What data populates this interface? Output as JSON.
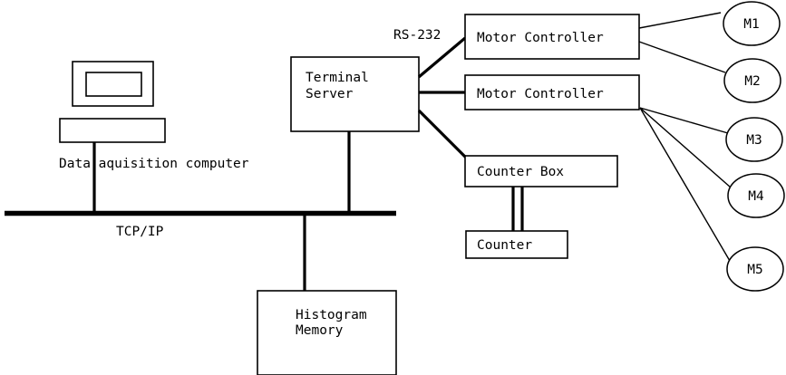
{
  "diagram": {
    "title": "Data acquisition and motor control system block diagram",
    "background_color": "#ffffff",
    "line_color": "#000000",
    "nodes": {
      "data_acquisition_computer": {
        "label": "Data aquisition computer",
        "shape": "computer"
      },
      "terminal_server": {
        "label_line1": "Terminal",
        "label_line2": "Server",
        "shape": "rectangle"
      },
      "motor_controller_1": {
        "label": "Motor Controller",
        "shape": "rectangle"
      },
      "motor_controller_2": {
        "label": "Motor Controller",
        "shape": "rectangle"
      },
      "counter_box": {
        "label": "Counter Box",
        "shape": "rectangle"
      },
      "counter": {
        "label": "Counter",
        "shape": "rectangle"
      },
      "histogram_memory": {
        "label_line1": "Histogram",
        "label_line2": "Memory",
        "shape": "rectangle"
      },
      "motors": [
        {
          "label": "M1"
        },
        {
          "label": "M2"
        },
        {
          "label": "M3"
        },
        {
          "label": "M4"
        },
        {
          "label": "M5"
        }
      ]
    },
    "link_labels": {
      "serial": "RS-232",
      "network": "TCP/IP"
    }
  }
}
